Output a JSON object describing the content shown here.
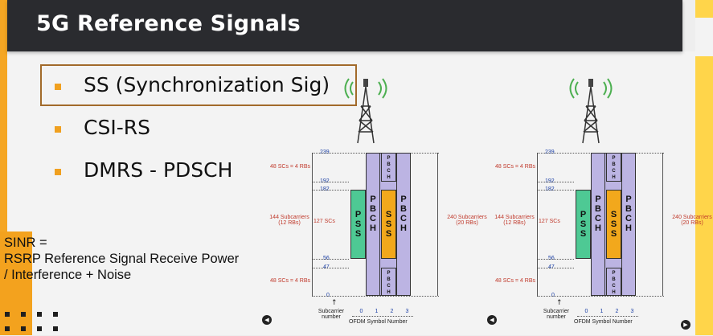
{
  "slide": {
    "title": "5G Reference Signals",
    "bullets": [
      {
        "label": "SS (Synchronization Sig)",
        "highlighted": true
      },
      {
        "label": "CSI-RS",
        "highlighted": false
      },
      {
        "label": "DMRS - PDSCH",
        "highlighted": false
      }
    ],
    "sinr": {
      "line1": "SINR =",
      "line2": "RSRP Reference Signal Receive Power",
      "line3": "/ Interference + Noise"
    }
  },
  "diagram": {
    "ticks": [
      "239",
      "192",
      "182",
      "56",
      "47",
      "0"
    ],
    "label_48_top": "48 SCs = 4 RBs",
    "label_144": "144 Subcarriers",
    "label_144_sub": "(12 RBs)",
    "label_127": "127 SCs",
    "label_48_bottom": "48 SCs = 4 RBs",
    "label_240": "240 Subcarriers",
    "label_240_sub": "(20 RBs)",
    "pss": "PSS",
    "pbch": "PBCH",
    "sss": "SSS",
    "subcarrier_number": "Subcarrier",
    "subcarrier_number2": "number",
    "ofdm_symbols": [
      "0",
      "1",
      "2",
      "3"
    ],
    "ofdm_label": "OFDM Symbol Number"
  },
  "colors": {
    "accent": "#f5a623",
    "title_bg": "#2a2b2f",
    "pss": "#4ec994",
    "pbch": "#bcb4e3",
    "sss": "#f2a81c",
    "highlight_border": "#a26a2a"
  }
}
